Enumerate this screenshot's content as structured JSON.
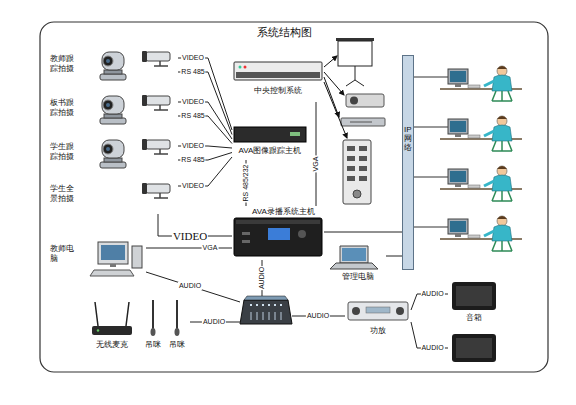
{
  "diagram": {
    "title": "系统结构图",
    "nodes": [
      {
        "text": [
          "教师跟踪拍摄"
        ]
      },
      {
        "text": [
          "板书跟踪拍摄"
        ]
      },
      {
        "text": [
          "学生跟踪拍摄"
        ]
      },
      {
        "text": [
          "学生全景拍摄"
        ]
      },
      {
        "text": [
          "中央控制系统"
        ]
      },
      {
        "text": [
          "AVA图像跟踪主机"
        ]
      },
      {
        "text": [
          "AVA录播系统主机"
        ]
      },
      {
        "text": [
          "教师电脑"
        ]
      },
      {
        "text": [
          "管理电脑"
        ]
      },
      {
        "text": [
          "IP网络"
        ]
      },
      {
        "text": [
          "无线麦克"
        ]
      },
      {
        "text": [
          "吊咪"
        ]
      },
      {
        "text": [
          "吊咪"
        ]
      },
      {
        "text": [
          "功放"
        ]
      },
      {
        "text": [
          "音箱"
        ]
      }
    ],
    "edges": [
      {
        "from": 0,
        "to": 5,
        "label": "VIDEO",
        "arrow": "none"
      },
      {
        "from": 0,
        "to": 5,
        "label": "RS 485",
        "arrow": "none"
      },
      {
        "from": 1,
        "to": 5,
        "label": "VIDEO",
        "arrow": "none"
      },
      {
        "from": 1,
        "to": 5,
        "label": "RS 485",
        "arrow": "none"
      },
      {
        "from": 2,
        "to": 5,
        "label": "VIDEO",
        "arrow": "none"
      },
      {
        "from": 2,
        "to": 5,
        "label": "RS 485",
        "arrow": "none"
      },
      {
        "from": 3,
        "to": 5,
        "label": "VIDEO",
        "arrow": "none"
      },
      {
        "from": 3,
        "to": 6,
        "label": "VIDEO",
        "arrow": "none"
      },
      {
        "from": 5,
        "to": 6,
        "label": "RS 485/232",
        "arrow": "none"
      },
      {
        "from": 4,
        "to": 6,
        "label": "VGA",
        "arrow": "none"
      },
      {
        "from": 7,
        "to": 6,
        "label": "VGA",
        "arrow": "none"
      },
      {
        "from": 6,
        "to": 9,
        "arrow": "none"
      },
      {
        "from": 8,
        "to": 9,
        "arrow": "none"
      },
      {
        "from": 13,
        "to": 14,
        "label": "AUDIO",
        "arrow": "none"
      },
      {
        "from": 13,
        "to": 14,
        "label": "AUDIO",
        "arrow": "none"
      }
    ],
    "labels": [
      "AUDIO",
      "AUDIO",
      "AUDIO",
      "AUDIO"
    ]
  }
}
